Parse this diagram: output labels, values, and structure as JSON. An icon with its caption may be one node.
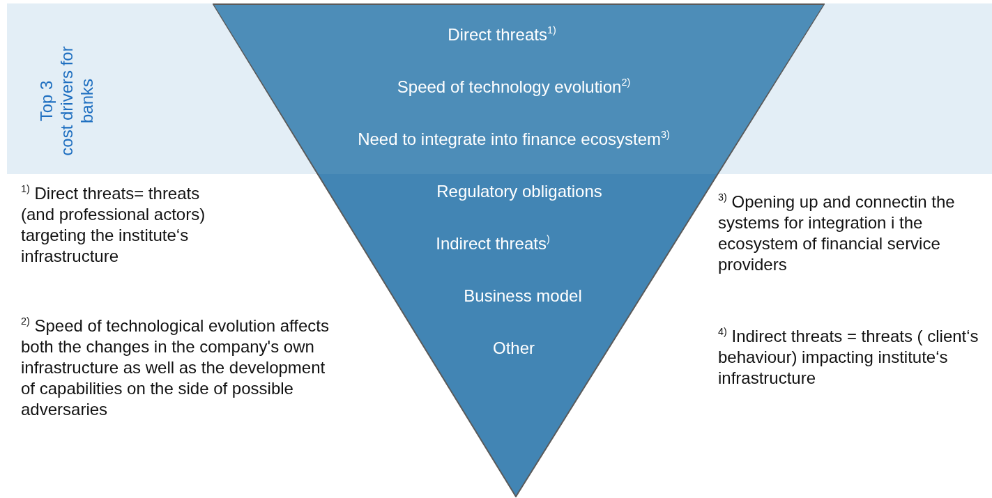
{
  "diagram": {
    "nodes": [
      {
        "text": [
          "Top 3",
          "cost drivers for banks"
        ]
      },
      {
        "text": [
          "Direct threats$^{1)}$",
          "Speed of technology evolution$^{2)}$",
          "Need to integrate into finance ecosystem$^{3)}$",
          "Regulatory obligations",
          "Indirect threats$^{)}$",
          "Business model",
          "Other"
        ]
      }
    ],
    "labels": [
      "$^{1)}$ Direct threats= threats (and professional actors) targeting the institute‘s infrastructure",
      "$^{2)}$ Speed of technological evolution affects both the changes in the company's own infrastructure as well as the development of capabilities on the side of possible adversaries",
      "$^{3)}$ Opening up and connectin the systems for integration i the ecosystem of financial service providers",
      "$^{4)}$ Indirect threats = threats ( client‘s behaviour) impacting institute‘s infrastructure"
    ]
  }
}
